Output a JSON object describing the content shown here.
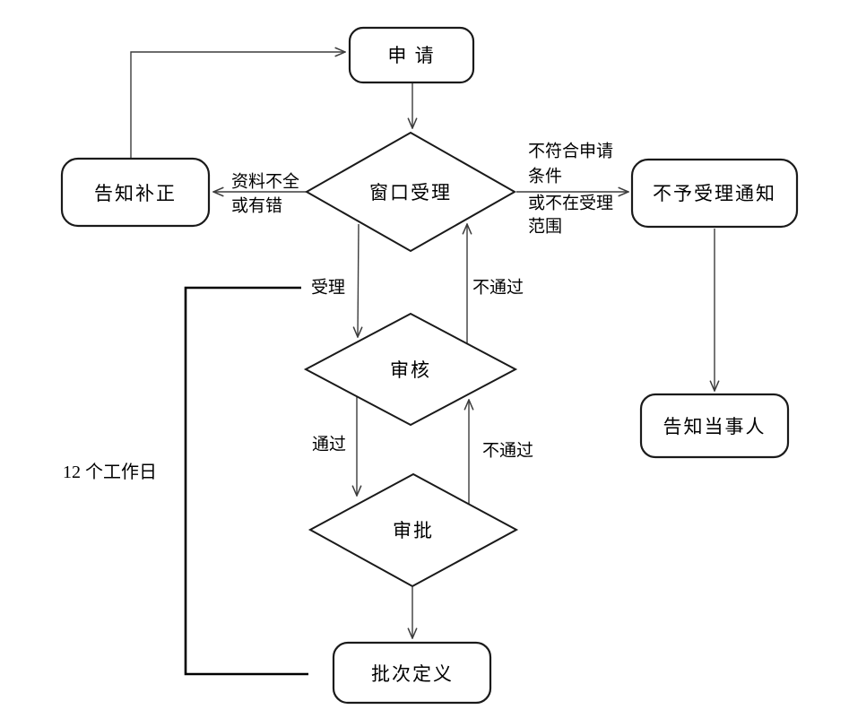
{
  "diagram": {
    "nodes": {
      "apply": "申 请",
      "window_accept": "窗口受理",
      "notify_correction": "告知补正",
      "rejection_notice": "不予受理通知",
      "notify_party": "告知当事人",
      "review": "审核",
      "approval": "审批",
      "batch_definition": "批次定义"
    },
    "edge_labels": {
      "incomplete_materials": {
        "lines": [
          "资料不全",
          "或有错"
        ]
      },
      "not_eligible": {
        "lines": [
          "不符合申请",
          "条件",
          "或不在受理",
          "范围"
        ]
      },
      "accepted": "受理",
      "review_fail": "不通过",
      "review_pass": "通过",
      "approval_fail": "不通过",
      "duration": "12 个工作日"
    },
    "colors": {
      "background": "#ffffff",
      "shape_stroke": "#1a1a1a",
      "connector_stroke": "#3c3c3c",
      "text": "#000000"
    }
  }
}
